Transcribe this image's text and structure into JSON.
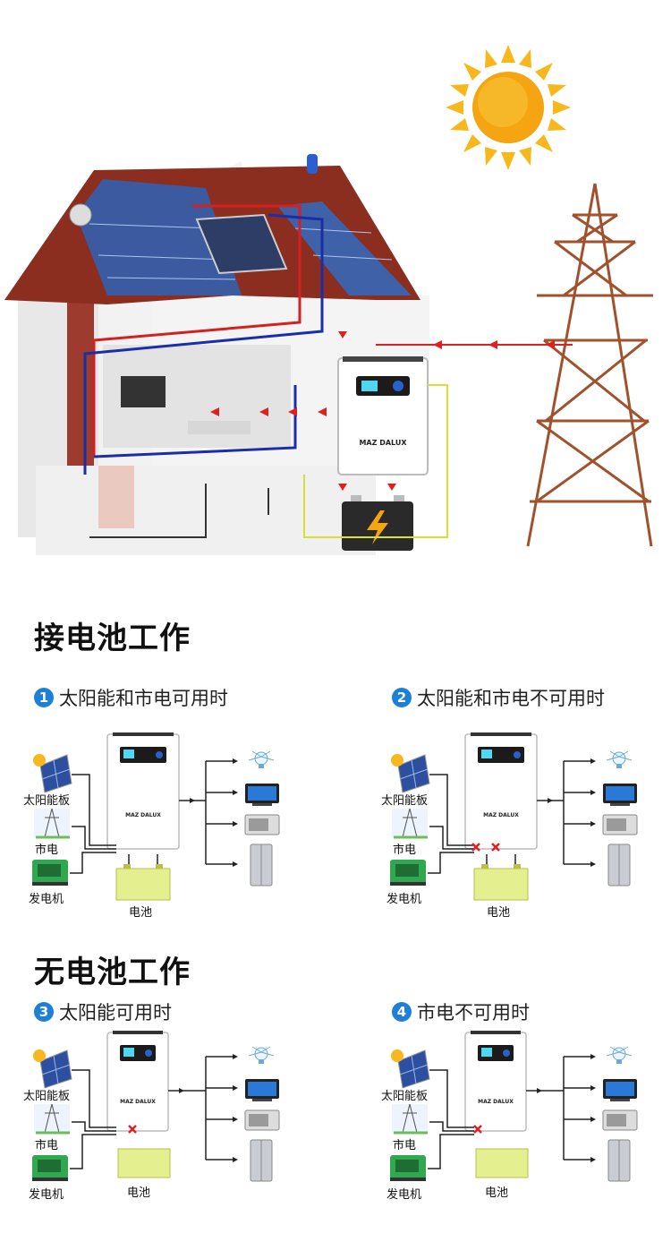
{
  "hero": {
    "brand": "MAZ DALUX",
    "colors": {
      "sun": "#f5a412",
      "tower": "#a0522d",
      "roof": "#8b2e1f",
      "arrow": "#e02020",
      "pipe_blue": "#1a2ea8"
    }
  },
  "sections": [
    {
      "title": "接电池工作"
    },
    {
      "title": "无电池工作"
    }
  ],
  "scenarios": [
    {
      "num": "1",
      "title": "太阳能和市电可用时"
    },
    {
      "num": "2",
      "title": "太阳能和市电不可用时"
    },
    {
      "num": "3",
      "title": "太阳能可用时"
    },
    {
      "num": "4",
      "title": "市电不可用时"
    }
  ],
  "labels": {
    "solar": "太阳能板",
    "grid": "市电",
    "generator": "发电机",
    "battery": "电池",
    "brand": "MAZ DALUX"
  },
  "icons": [
    "sun-icon",
    "power-tower-icon",
    "solar-panel-icon",
    "grid-icon",
    "generator-icon",
    "battery-icon",
    "bulb-icon",
    "monitor-icon",
    "microwave-icon",
    "fridge-icon",
    "inverter-icon",
    "cross-icon"
  ]
}
